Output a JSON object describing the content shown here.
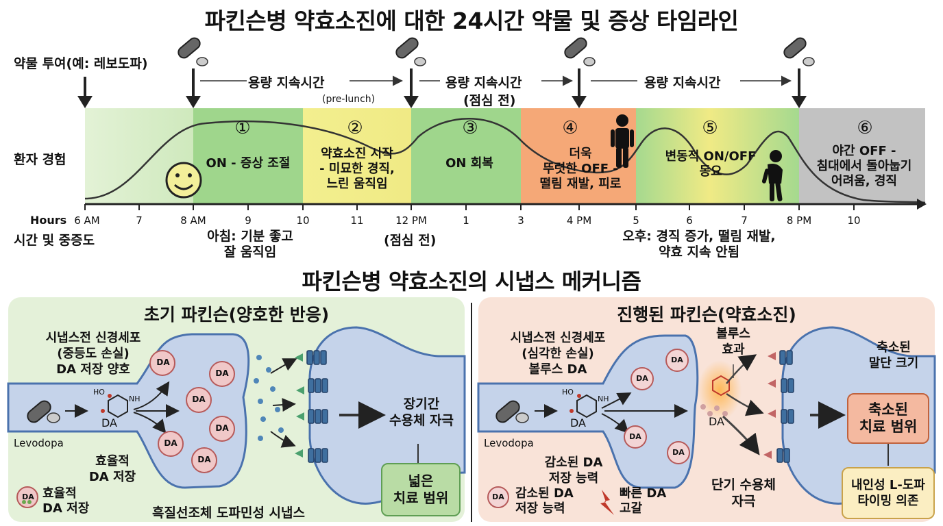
{
  "main_title": "파킨슨병 약효소진에 대한 24시간 약물 및 증상 타임라인",
  "mechanism_title": "파킨슨병 약효소진의 시냅스 메커니즘",
  "timeline": {
    "dose_label": "약물 투여(예: 레보도파)",
    "duration_label": "용량 지속시간",
    "duration_label_2": "용량 지속시간",
    "duration_label_3": "용량 지속시간",
    "pre_lunch_en": "(pre-lunch)",
    "pre_lunch_ko": "(점심 전)",
    "patient_label": "환자 경험",
    "hours_label": "Hours",
    "axis_label": "시간 및 중증도",
    "ticks": [
      "6 AM",
      "7",
      "8 AM",
      "9",
      "10",
      "11",
      "12 PM",
      "1",
      "3",
      "4 PM",
      "5",
      "6",
      "7",
      "8 PM",
      "10"
    ],
    "segments": [
      {
        "num": "①",
        "text": "ON - 증상 조절"
      },
      {
        "num": "②",
        "text": "약효소진 시작\n- 미묘한 경직,\n느린 움직임"
      },
      {
        "num": "③",
        "text": "ON 회복"
      },
      {
        "num": "④",
        "text": "더욱\n뚜렷한 OFF -\n떨림 재발, 피로"
      },
      {
        "num": "⑤",
        "text": "변동적 ON/OFF\n동요"
      },
      {
        "num": "⑥",
        "text": "야간 OFF -\n침대에서 돌아눕기\n어려움, 경직"
      }
    ],
    "morning_note": "아침: 기분 좋고\n잘 움직임",
    "noon_note": "(점심 전)",
    "afternoon_note": "오후: 경직 증가, 떨림 재발,\n약효 지속 안됨",
    "colors": {
      "light_green": "#d9efc8",
      "green": "#9fd68c",
      "yellow": "#f3ef8f",
      "orange": "#f5a877",
      "gray": "#bdbdbd"
    }
  },
  "early": {
    "title": "초기 파킨슨(양호한 반응)",
    "presyn": "시냅스전 신경세포\n(중등도 손실)\nDA 저장 양호",
    "levodopa": "Levodopa",
    "da": "DA",
    "vesicle": "DA",
    "ho": "HO",
    "nh": "NH",
    "efficient_storage": "효율적\nDA 저장",
    "legend": "효율적\nDA 저장",
    "long_term": "장기간\n수용체 자극",
    "wide_window": "넓은\n치료 범위",
    "synapse_caption": "흑질선조체 도파민성 시냅스"
  },
  "advanced": {
    "title": "진행된 파킨슨(약효소진)",
    "presyn": "시냅스전 신경세포\n(심각한 손실)\n볼루스 DA",
    "bolus": "볼루스\n효과",
    "shrunk_terminal": "축소된\n말단 크기",
    "levodopa": "Levodopa",
    "da": "DA",
    "da_synapse": "DA",
    "vesicle": "DA",
    "ho": "HO",
    "nh": "NH",
    "reduced_capacity": "감소된 DA\n저장 능력",
    "legend": "감소된 DA\n저장 능력",
    "rapid_depletion": "빠른 DA\n고갈",
    "short_stim": "단기 수용체\n자극",
    "narrow_window": "축소된\n치료 범위",
    "tolerance": "내인성 L-도파\n타이밍 의존"
  }
}
